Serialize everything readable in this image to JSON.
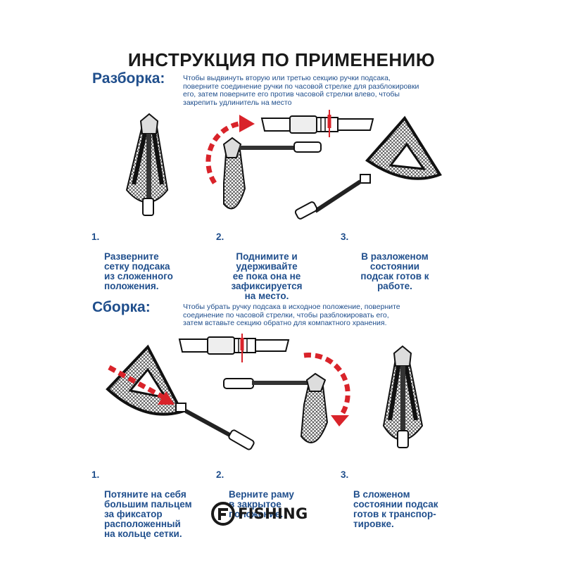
{
  "title": "ИНСТРУКЦИЯ ПО ПРИМЕНЕНИЮ",
  "colors": {
    "heading": "#1f4e8c",
    "arrow": "#d9232a",
    "ink": "#1a1a1a"
  },
  "disassembly": {
    "heading": "Разборка:",
    "description": "Чтобы выдвинуть вторую или третью секцию ручки подсака,\nповерните соединение ручки по часовой стрелке для разблокировки\nего, затем поверните его против часовой стрелки влево, чтобы\nзакрепить удлинитель на место",
    "steps": [
      {
        "num": "1.",
        "text": "Разверните\nсетку подсака\nиз сложенного\nположения."
      },
      {
        "num": "2.",
        "text": "Поднимите и\nудерживайте\nее пока она не\nзафиксируется\nна место."
      },
      {
        "num": "3.",
        "text": "В разложеном\nсостоянии\nподсак готов к\nработе."
      }
    ]
  },
  "assembly": {
    "heading": "Сборка:",
    "description": "Чтобы убрать ручку подсака в исходное положение, поверните\nсоединение по часовой стрелки, чтобы разблокировать его,\nзатем вставьте секцию обратно для компактного хранения.",
    "steps": [
      {
        "num": "1.",
        "text": "Потяните на себя\nбольшим  пальцем\nза фиксатор\nрасположенный\nна кольце сетки."
      },
      {
        "num": "2.",
        "text": "Верните раму\nв закрытое\nположение."
      },
      {
        "num": "3.",
        "text": "В сложеном\nсостоянии подсак\nготов к транспор-\nтировке."
      }
    ]
  },
  "logo": {
    "text": "FISHING",
    "icon": "fishing-brand-logo-icon"
  }
}
